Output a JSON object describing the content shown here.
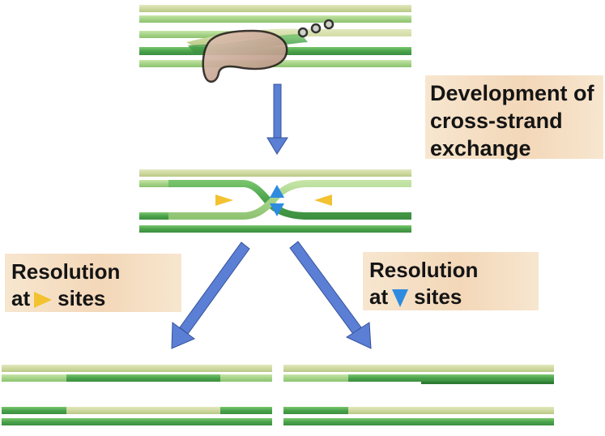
{
  "labels": {
    "development": [
      "Development of",
      "cross-strand",
      "exchange"
    ],
    "resolution_yellow": {
      "line1": "Resolution",
      "at": "at",
      "sites": "sites"
    },
    "resolution_blue": {
      "line1": "Resolution",
      "at": "at",
      "sites": "sites"
    }
  },
  "colors": {
    "dark_strand": "#52ad52",
    "light_strand": "#a9d58a",
    "tan_strand": "#cfd9a0",
    "enzyme": "#c8a89a",
    "arrow": "#5b7fd4",
    "yellow_site": "#f2c230",
    "blue_site": "#2e8be0",
    "label_bg": "#f3d7b8"
  }
}
